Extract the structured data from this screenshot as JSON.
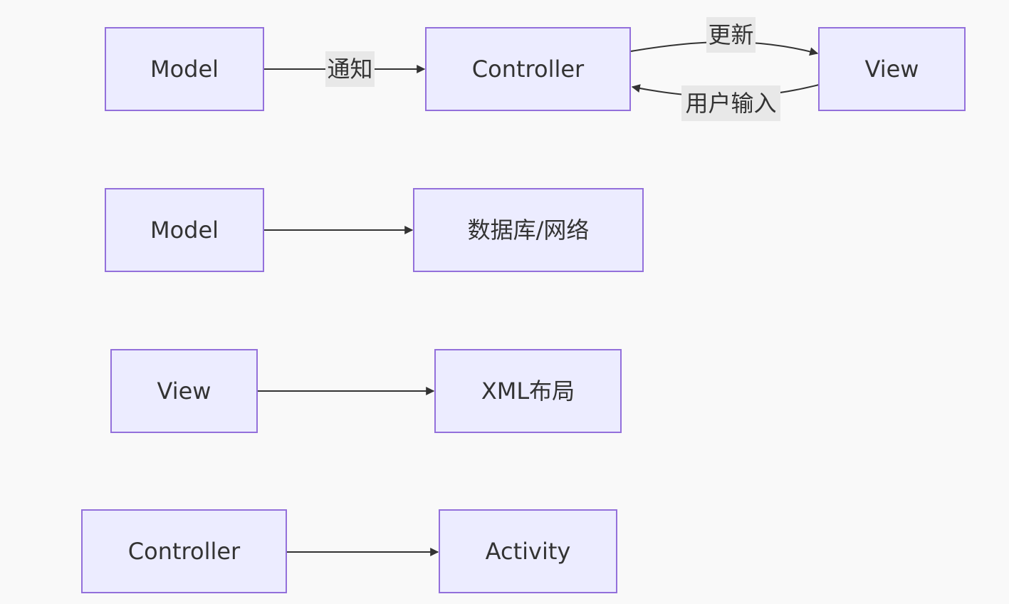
{
  "diagram": {
    "nodes": {
      "model_1": "Model",
      "controller_1": "Controller",
      "view_1": "View",
      "model_2": "Model",
      "database_network": "数据库/网络",
      "view_2": "View",
      "xml_layout": "XML布局",
      "controller_2": "Controller",
      "activity": "Activity"
    },
    "edges": {
      "notify": "通知",
      "update": "更新",
      "user_input": "用户输入"
    },
    "colors": {
      "background": "#f9f9f9",
      "node_fill": "#ececff",
      "node_border": "#9370db",
      "text": "#333333",
      "edge": "#333333",
      "edge_label_bg": "#e8e8e8"
    }
  }
}
